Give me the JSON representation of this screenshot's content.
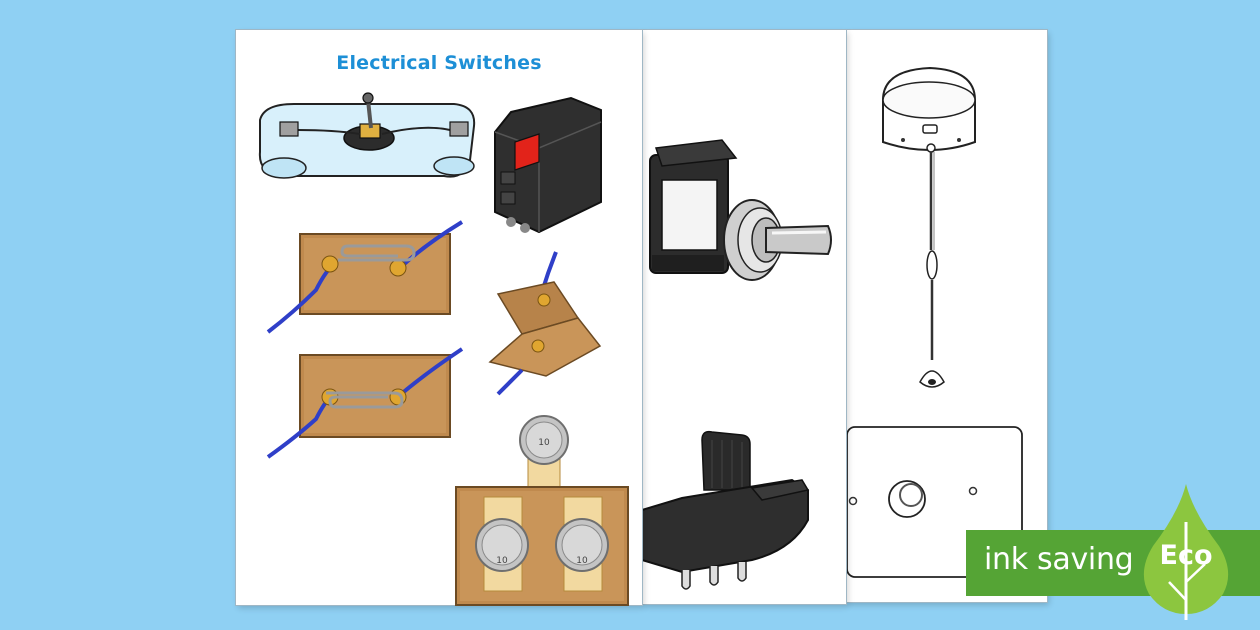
{
  "document": {
    "title": "Electrical Switches"
  },
  "badge": {
    "banner_text": "ink saving",
    "drop_text": "Eco",
    "banner_color": "#55a435",
    "drop_color": "#8cc63f"
  },
  "colors": {
    "background": "#8fd0f3",
    "title": "#1d8fd6",
    "wire": "#2f3fc8",
    "card": "#c08a4e"
  }
}
